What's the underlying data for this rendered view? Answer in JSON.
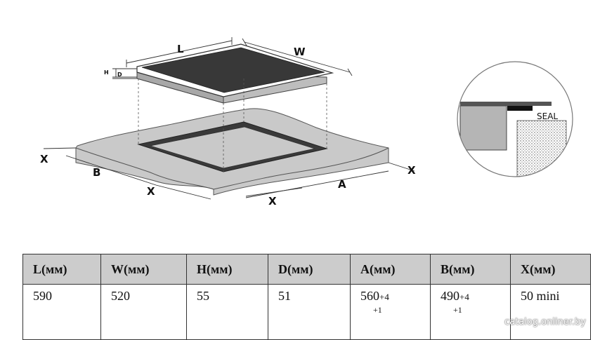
{
  "diagram": {
    "labels": {
      "L": "L",
      "W": "W",
      "H": "H",
      "D": "D",
      "A": "A",
      "B": "B",
      "X": "X",
      "seal": "SEAL"
    }
  },
  "spec_table": {
    "headers": [
      "L(мм)",
      "W(мм)",
      "H(мм)",
      "D(мм)",
      "A(мм)",
      "B(мм)",
      "X(мм)"
    ],
    "values": {
      "L": "590",
      "W": "520",
      "H": "55",
      "D": "51",
      "A": "560",
      "A_tol_plus": "+4",
      "A_tol_minus": "+1",
      "B": "490",
      "B_tol_plus": "+4",
      "B_tol_minus": "+1",
      "X": "50 mini"
    }
  },
  "watermark": "catalog.onliner.by"
}
